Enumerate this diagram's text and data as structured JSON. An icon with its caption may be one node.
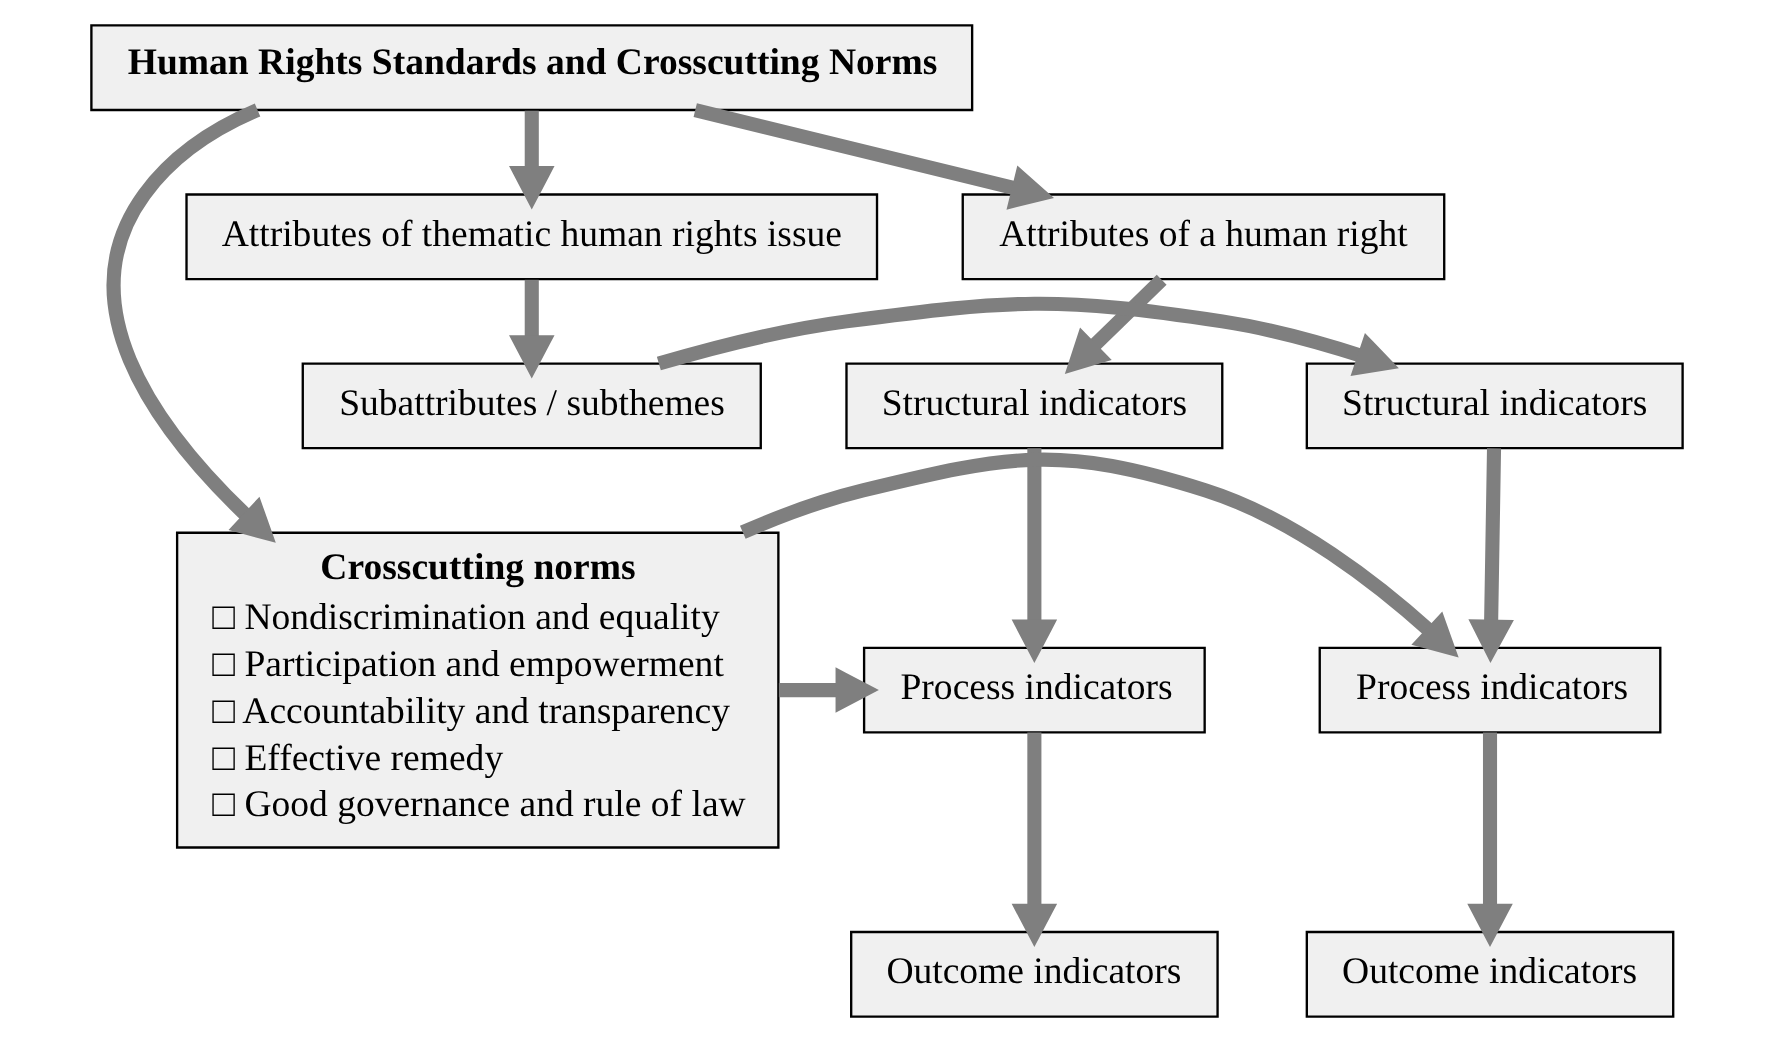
{
  "diagram": {
    "nodes": [
      {
        "text": [
          "Human Rights Standards and Crosscutting Norms"
        ]
      },
      {
        "text": [
          "Attributes of a human right"
        ]
      },
      {
        "text": [
          "Attributes of thematic human rights issue"
        ]
      },
      {
        "text": [
          "Structural indicators"
        ]
      },
      {
        "text": [
          "Subattributes / subthemes"
        ]
      },
      {
        "text": [
          "Structural indicators"
        ]
      },
      {
        "text": [
          "Process indicators"
        ]
      },
      {
        "text": [
          "Crosscutting norms",
          "□ Nondiscrimination and equality",
          "□ Participation and empowerment",
          "□ Accountability and transparency",
          "□ Effective remedy",
          "□ Good governance and rule of law"
        ]
      },
      {
        "text": [
          "Process indicators"
        ]
      },
      {
        "text": [
          "Outcome indicators"
        ]
      },
      {
        "text": [
          "Outcome indicators"
        ]
      }
    ],
    "edges": [
      {
        "from": 0,
        "to": 1,
        "arrow": "to"
      },
      {
        "from": 0,
        "to": 7,
        "arrow": "to"
      },
      {
        "from": 0,
        "to": 2,
        "arrow": "to"
      },
      {
        "from": 1,
        "to": 3,
        "arrow": "to"
      },
      {
        "from": 3,
        "to": 6,
        "arrow": "to"
      },
      {
        "from": 6,
        "to": 9,
        "arrow": "to"
      },
      {
        "from": 2,
        "to": 4,
        "arrow": "to"
      },
      {
        "from": 4,
        "to": 5,
        "arrow": "to"
      },
      {
        "from": 5,
        "to": 8,
        "arrow": "to"
      },
      {
        "from": 8,
        "to": 10,
        "arrow": "to"
      },
      {
        "from": 7,
        "to": 6,
        "arrow": "to"
      },
      {
        "from": 7,
        "to": 8,
        "arrow": "to"
      }
    ]
  }
}
